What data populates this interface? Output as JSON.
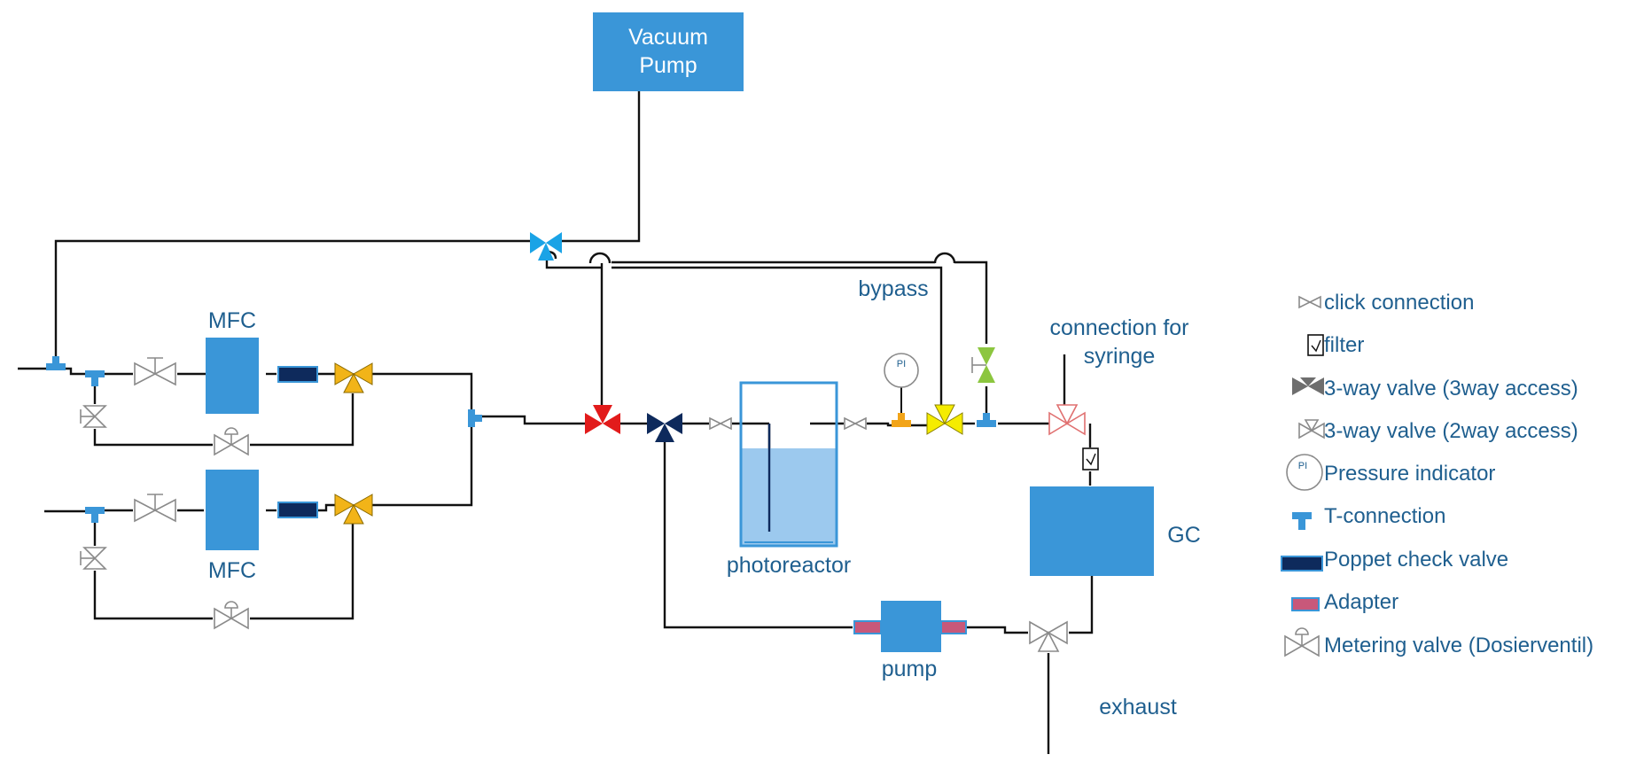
{
  "colors": {
    "box_blue": "#3a96d8",
    "text_blue": "#1f5f8f",
    "pipe": "#111111",
    "check_valve": "#0e2a5c",
    "adapter": "#c8587a",
    "valve_orange": "#f2b418",
    "valve_red": "#e21b1b",
    "valve_navy": "#0e2a5c",
    "valve_cyan": "#1aa3e6",
    "valve_yellow": "#f5ec00",
    "valve_green": "#8cc63f",
    "liquid": "#9cc9ee"
  },
  "labels": {
    "vacuum_pump_line1": "Vacuum",
    "vacuum_pump_line2": "Pump",
    "mfc_top": "MFC",
    "mfc_bottom": "MFC",
    "bypass": "bypass",
    "syringe_line1": "connection for",
    "syringe_line2": "syringe",
    "photoreactor": "photoreactor",
    "gc": "GC",
    "pump": "pump",
    "exhaust": "exhaust",
    "pi": "PI"
  },
  "legend": [
    {
      "icon": "click-connection-icon",
      "label": "click connection"
    },
    {
      "icon": "filter-icon",
      "label": "filter"
    },
    {
      "icon": "three-way-valve-3way-icon",
      "label": "3-way valve (3way access)"
    },
    {
      "icon": "three-way-valve-2way-icon",
      "label": "3-way valve (2way access)"
    },
    {
      "icon": "pressure-indicator-icon",
      "label": "Pressure indicator",
      "symbol": "PI"
    },
    {
      "icon": "t-connection-icon",
      "label": "T-connection"
    },
    {
      "icon": "poppet-check-valve-icon",
      "label": "Poppet check valve"
    },
    {
      "icon": "adapter-icon",
      "label": "Adapter"
    },
    {
      "icon": "metering-valve-icon",
      "label": "Metering valve (Dosierventil)"
    }
  ]
}
